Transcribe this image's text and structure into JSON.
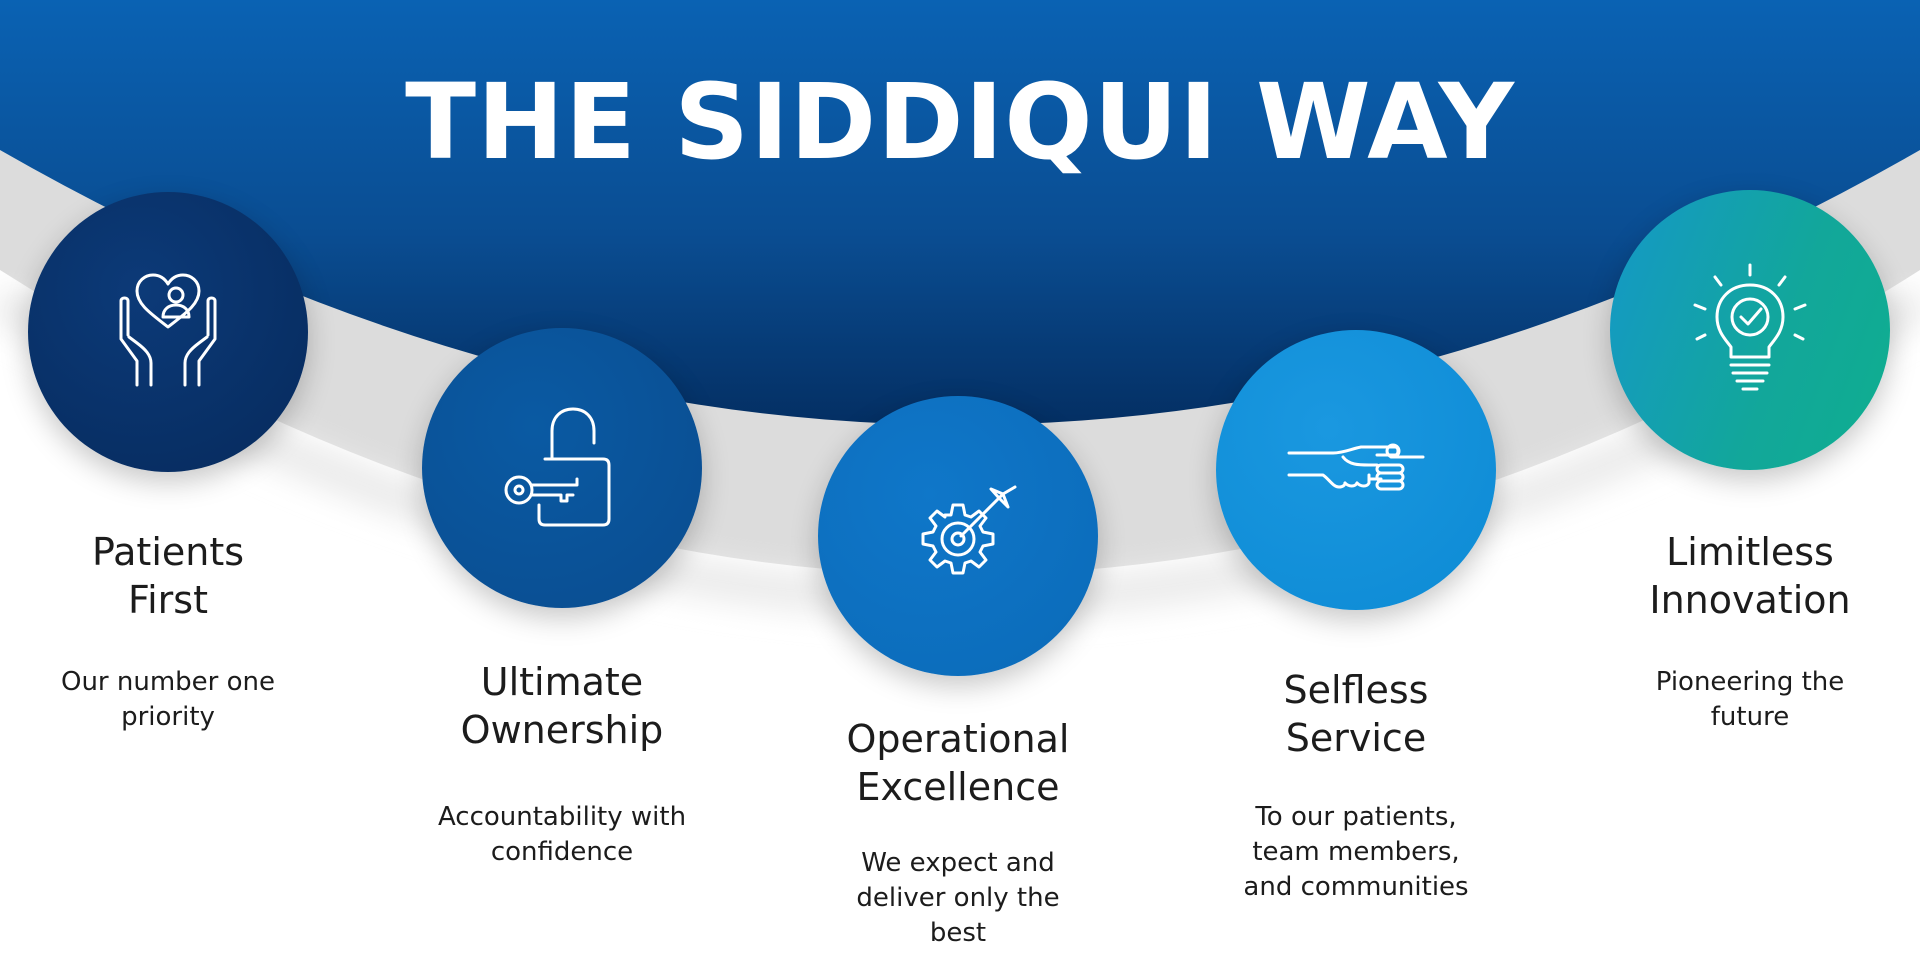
{
  "title": "THE SIDDIQUI WAY",
  "colors": {
    "banner_top": "#0a5fb0",
    "banner_bottom": "#042f63",
    "band_gray": "#d9d9d9",
    "text": "#1c1c1c"
  },
  "values": [
    {
      "icon": "hands-heart-person-icon",
      "heading": "Patients\nFirst",
      "description": "Our number one\npriority",
      "color": "#062a5c"
    },
    {
      "icon": "lock-key-icon",
      "heading": "Ultimate\nOwnership",
      "description": "Accountability with\nconfidence",
      "color": "#0a4c8f"
    },
    {
      "icon": "gear-target-arrow-icon",
      "heading": "Operational\nExcellence",
      "description": "We expect and\ndeliver only the\nbest",
      "color": "#0b6ab8"
    },
    {
      "icon": "handshake-icon",
      "heading": "Selfless\nService",
      "description": "To our patients,\nteam members,\nand communities",
      "color": "#0d8ad4"
    },
    {
      "icon": "lightbulb-check-icon",
      "heading": "Limitless\nInnovation",
      "description": "Pioneering the\nfuture",
      "color": "#0fae8f"
    }
  ]
}
